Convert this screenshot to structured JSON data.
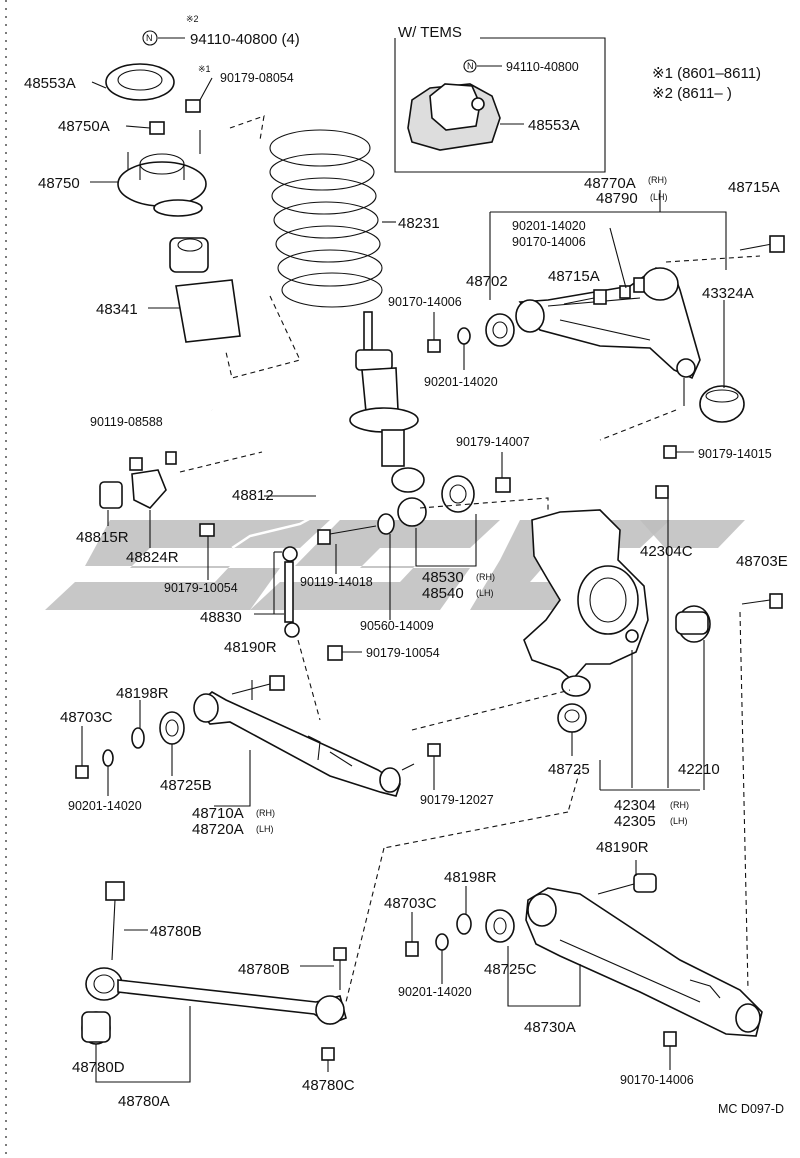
{
  "header": {
    "legend_1": "※1 (8601–8611)",
    "legend_2": "※2 (8611–          )",
    "tems_title": "W/ TEMS"
  },
  "footer": {
    "code": "MC D097-D"
  },
  "watermark": {
    "color": "#bdbdbd"
  },
  "labels": {
    "mark2": "※2",
    "mark1": "※1",
    "n_94110_40800_4": "94110-40800 (4)",
    "p48553A": "48553A",
    "p90179_08054": "90179-08054",
    "p48750A": "48750A",
    "p48750": "48750",
    "p48231": "48231",
    "p48341": "48341",
    "tems_94110_40800": "94110-40800",
    "tems_48553A": "48553A",
    "p48770A": "48770A",
    "p48770A_side": "(RH)",
    "p48790": "48790",
    "p48790_side": "(LH)",
    "p48715A_r": "48715A",
    "p90201_14020_t": "90201-14020",
    "p90170_14006_t": "90170-14006",
    "p48702": "48702",
    "p48715A_m": "48715A",
    "p43324A": "43324A",
    "p90170_14006_m": "90170-14006",
    "p90201_14020_m": "90201-14020",
    "p90119_08588": "90119-08588",
    "p90179_14007": "90179-14007",
    "p90179_14015": "90179-14015",
    "p48812": "48812",
    "p48815R": "48815R",
    "p48824R": "48824R",
    "p90179_10054_a": "90179-10054",
    "p90119_14018": "90119-14018",
    "p48530": "48530",
    "p48530_side": "(RH)",
    "p48540": "48540",
    "p48540_side": "(LH)",
    "p42304C": "42304C",
    "p48703E": "48703E",
    "p48830": "48830",
    "p90560_14009": "90560-14009",
    "p90179_10054_b": "90179-10054",
    "p48190R_u": "48190R",
    "p48198R_u": "48198R",
    "p48703C_u": "48703C",
    "p48725B": "48725B",
    "p90201_14020_u": "90201-14020",
    "p48710A": "48710A",
    "p48710A_side": "(RH)",
    "p48720A": "48720A",
    "p48720A_side": "(LH)",
    "p90179_12027": "90179-12027",
    "p48725": "48725",
    "p42210": "42210",
    "p42304": "42304",
    "p42304_side": "(RH)",
    "p42305": "42305",
    "p42305_side": "(LH)",
    "p48780B_a": "48780B",
    "p48780B_b": "48780B",
    "p48780D": "48780D",
    "p48780A": "48780A",
    "p48780C": "48780C",
    "p48190R_l": "48190R",
    "p48198R_l": "48198R",
    "p48703C_l": "48703C",
    "p48725C": "48725C",
    "p90201_14020_l": "90201-14020",
    "p48730A": "48730A",
    "p90170_14006_l": "90170-14006"
  }
}
